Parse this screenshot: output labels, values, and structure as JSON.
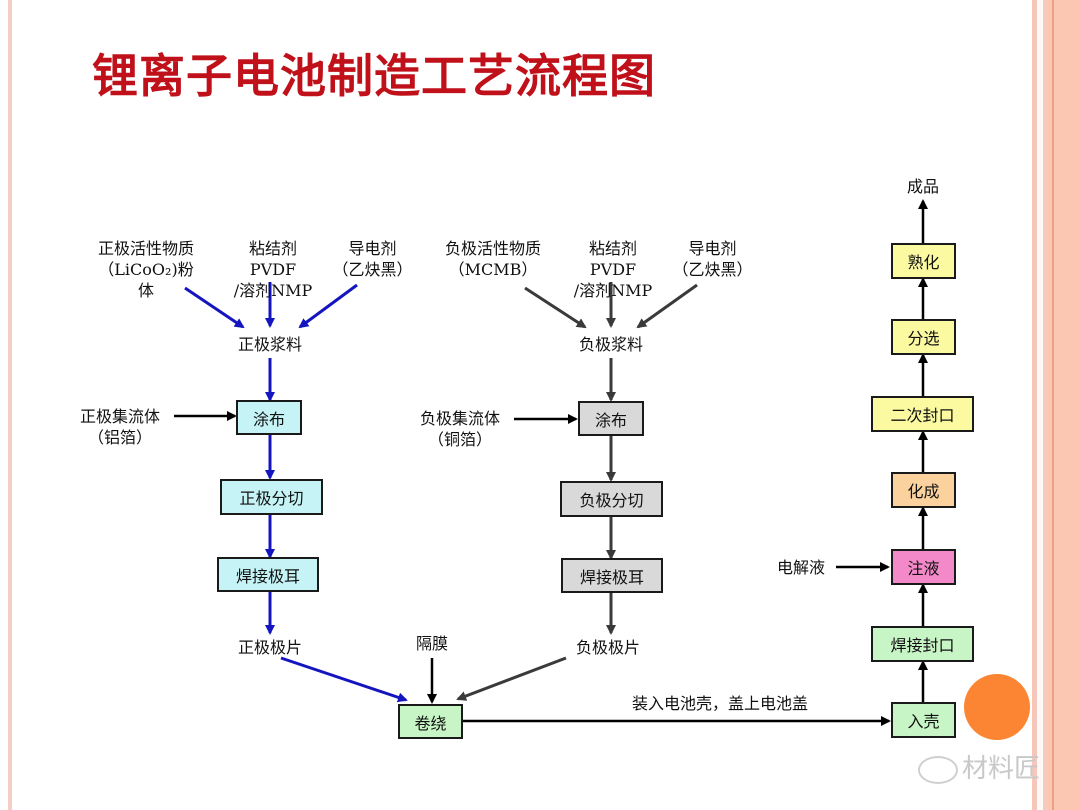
{
  "title": "锂离子电池制造工艺流程图",
  "positive": {
    "inputs": {
      "active": [
        "正极活性物质",
        "（LiCoO₂)粉",
        "体"
      ],
      "binder": [
        "粘结剂",
        "PVDF",
        "/溶剂NMP"
      ],
      "conductive": [
        "导电剂",
        "（乙炔黑）"
      ]
    },
    "slurry": "正极浆料",
    "collector": [
      "正极集流体",
      "（铝箔）"
    ],
    "steps": [
      "涂布",
      "正极分切",
      "焊接极耳"
    ],
    "electrode": "正极极片",
    "arrow_color": "#1515c0"
  },
  "negative": {
    "inputs": {
      "active": [
        "负极活性物质",
        "（MCMB）"
      ],
      "binder": [
        "粘结剂",
        "PVDF",
        "/溶剂NMP"
      ],
      "conductive": [
        "导电剂",
        "（乙炔黑）"
      ]
    },
    "slurry": "负极浆料",
    "collector": [
      "负极集流体",
      "（铜箔）"
    ],
    "steps": [
      "涂布",
      "负极分切",
      "焊接极耳"
    ],
    "electrode": "负极极片",
    "arrow_color": "#3a3a3a"
  },
  "separator": "隔膜",
  "winding": "卷绕",
  "casing_label": "装入电池壳，盖上电池盖",
  "assembly": {
    "steps": [
      "入壳",
      "焊接封口",
      "注液",
      "化成",
      "二次封口",
      "分选",
      "熟化"
    ],
    "electrolyte": "电解液",
    "product": "成品"
  },
  "colors": {
    "title": "#c0111b",
    "positive_box": "#c6f4f6",
    "negative_box": "#d9d9d9",
    "green_box": "#c8f5c6",
    "pink_box": "#f389c9",
    "orange_box": "#fbd29e",
    "yellow_box": "#fbfaa0"
  },
  "watermark": "材料匠"
}
